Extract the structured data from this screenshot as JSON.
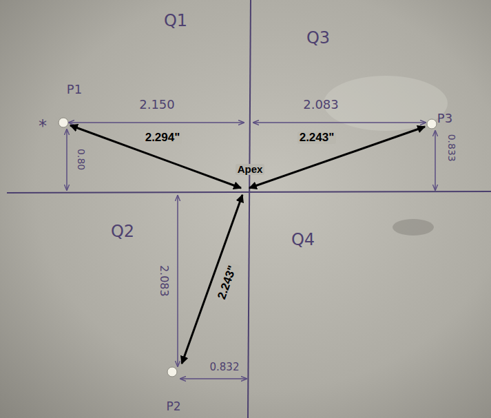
{
  "diagram": {
    "labels": [
      "Q1",
      "Q3",
      "P1",
      "*",
      "2.150",
      "2.083",
      "P3",
      "0.80",
      "0.833",
      "2.294\"",
      "2.243\"",
      "Apex",
      "Q2",
      "Q4",
      "2.083",
      "2.243\"",
      "0.832",
      "P2"
    ]
  }
}
